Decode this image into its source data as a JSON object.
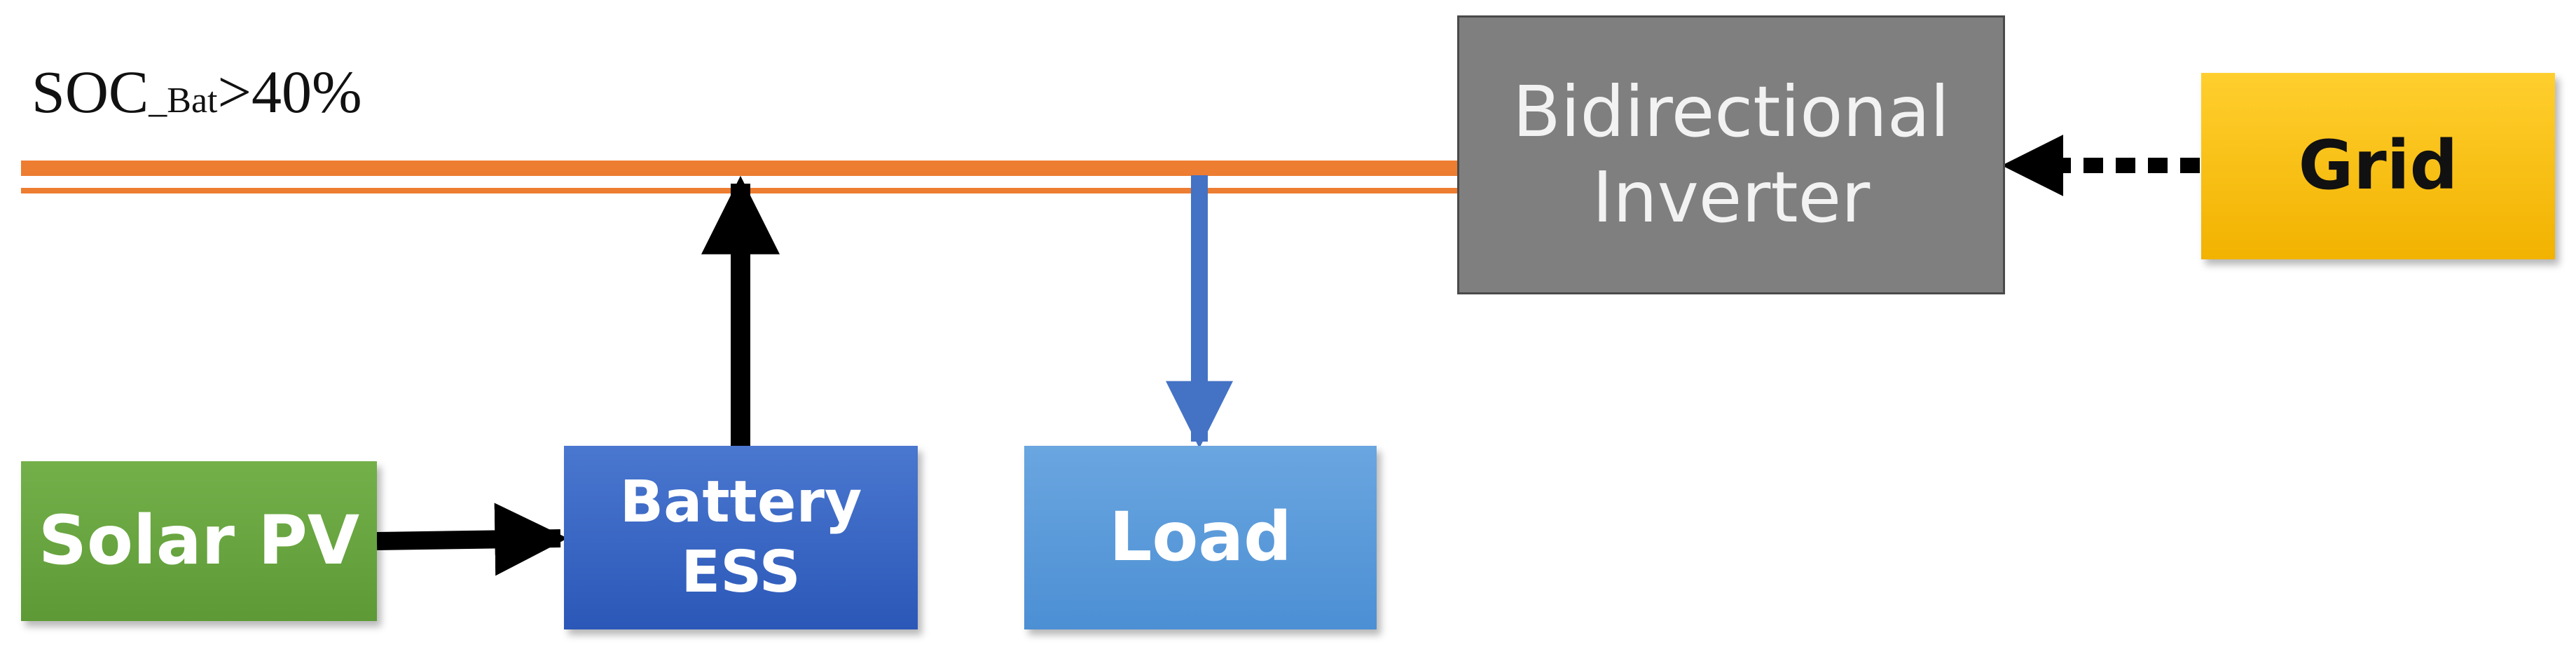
{
  "soc_label": {
    "prefix": "SOC",
    "subscript": "_Bat",
    "condition": ">40%"
  },
  "boxes": {
    "solar_pv": "Solar PV",
    "battery_line1": "Battery",
    "battery_line2": "ESS",
    "load": "Load",
    "inverter_line1": "Bidirectional",
    "inverter_line2": "Inverter",
    "grid": "Grid"
  },
  "colors": {
    "bus": "#ed7d31",
    "load_arrow": "#4472c4",
    "arrow": "#000000"
  }
}
